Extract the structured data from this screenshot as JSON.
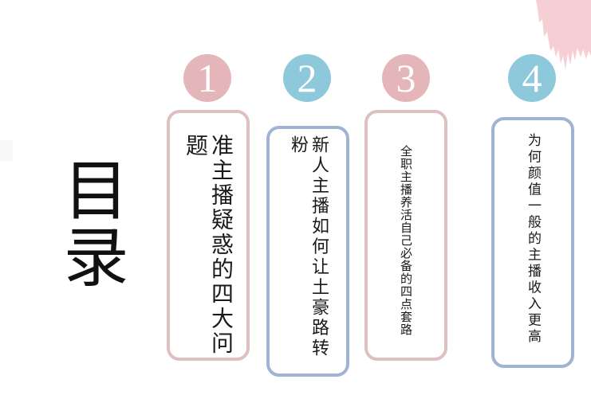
{
  "slide": {
    "title": "目录",
    "colors": {
      "pink_accent": "#e4b5b9",
      "blue_accent": "#8ec8db",
      "pink_border": "#e0bfc3",
      "blue_border": "#9fb4d3",
      "brush_pink": "#f4c7cc"
    },
    "items": [
      {
        "number": "1",
        "text": "准主播疑惑的四大问题",
        "accent": "pink"
      },
      {
        "number": "2",
        "text": "新人主播如何让土豪路转粉",
        "accent": "blue"
      },
      {
        "number": "3",
        "text": "全职主播养活自己必备的四点套路",
        "accent": "pink"
      },
      {
        "number": "4",
        "text": "为何颜值一般的主播收入更高",
        "accent": "blue"
      }
    ]
  },
  "decorations": {
    "top_right": "pink-brush-stroke"
  }
}
